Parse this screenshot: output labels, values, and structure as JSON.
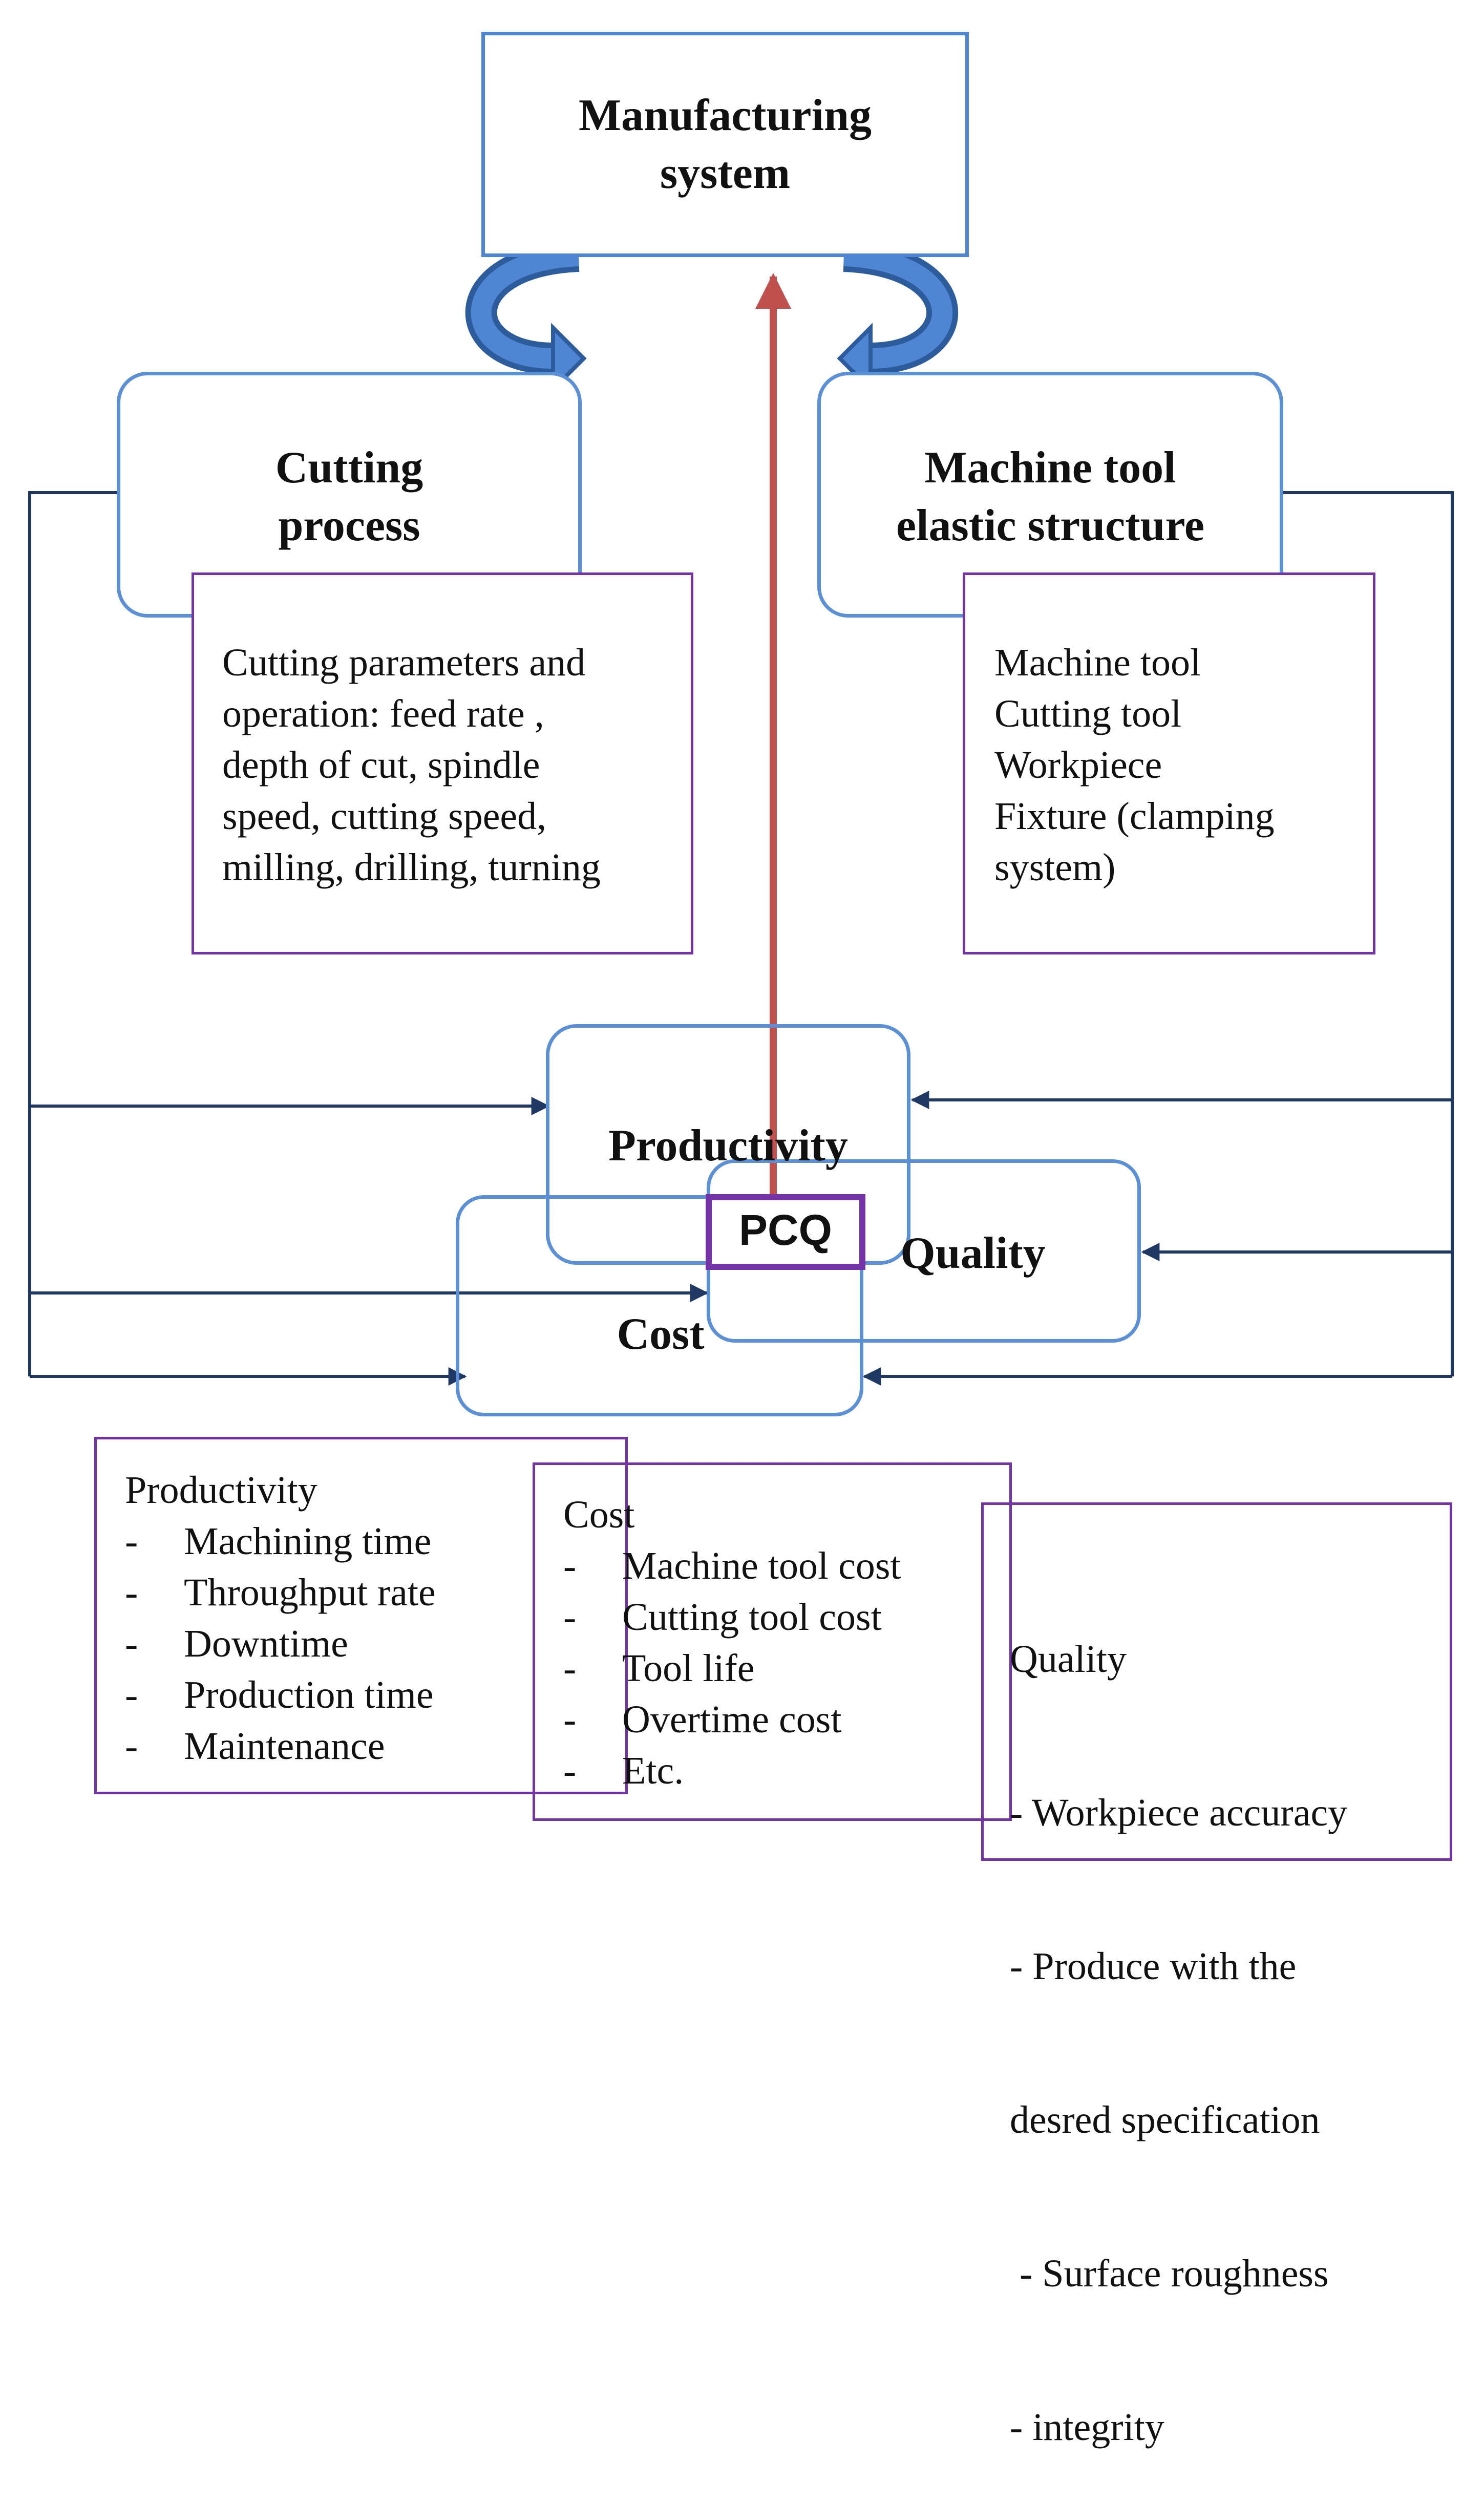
{
  "nodes": {
    "manufacturing": {
      "line1": "Manufacturing",
      "line2": "system"
    },
    "cutting_process": {
      "line1": "Cutting",
      "line2": "process"
    },
    "machine_tool_structure": {
      "line1": "Machine tool",
      "line2": "elastic structure"
    },
    "productivity": "Productivity",
    "quality": "Quality",
    "cost": "Cost",
    "pcq": "PCQ"
  },
  "cutting_details": [
    "Cutting parameters and",
    "operation: feed rate ,",
    "depth of cut, spindle",
    "speed, cutting speed,",
    "milling, drilling, turning"
  ],
  "machine_details": [
    "Machine tool",
    "Cutting tool",
    "Workpiece",
    "Fixture (clamping",
    "system)"
  ],
  "productivity_box": {
    "heading": "Productivity",
    "items": [
      "Machining time",
      "Throughput rate",
      "Downtime",
      "Production time",
      "Maintenance"
    ]
  },
  "cost_box": {
    "heading": "Cost",
    "items": [
      "Machine tool cost",
      "Cutting tool cost",
      "Tool life",
      "Overtime cost",
      "Etc."
    ]
  },
  "quality_box": {
    "heading": "Quality",
    "lines": [
      "- Workpiece accuracy",
      "- Produce with the",
      "desred specification",
      " - Surface roughness",
      "- integrity"
    ]
  },
  "colors": {
    "node_border": "#5b8fd6",
    "detail_border": "#7433a6",
    "connector": "#1f3864",
    "feedback_arrow": "#c0504d",
    "curved_arrow": "#3e6fb0"
  }
}
